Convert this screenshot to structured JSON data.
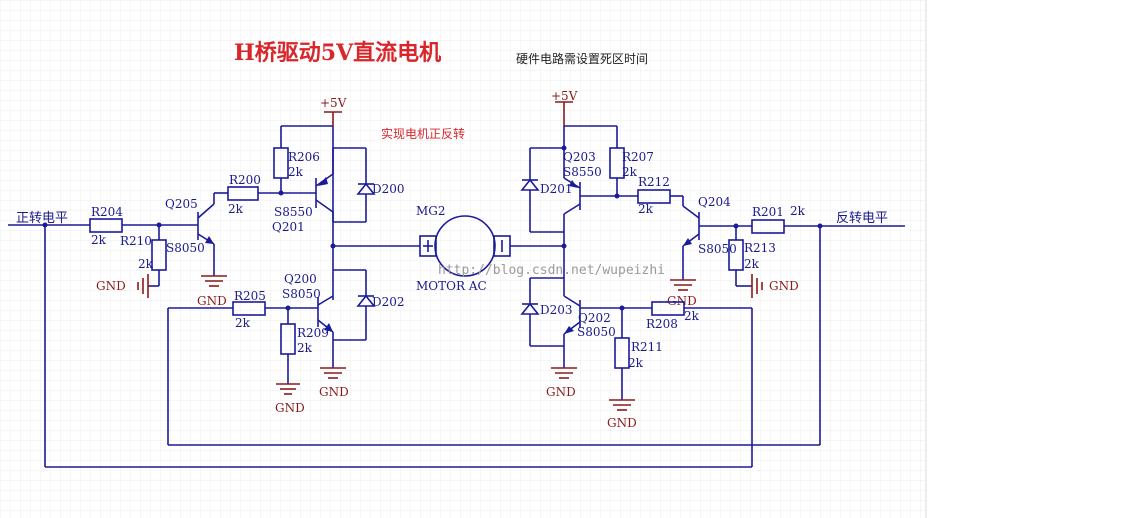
{
  "title": "H桥驱动5V直流电机",
  "note_deadtime": "硬件电路需设置死区时间",
  "note_direction": "实现电机正反转",
  "watermark": "http://blog.csdn.net/wupeizhi",
  "nets": {
    "forward": "正转电平",
    "reverse": "反转电平",
    "vcc": "+5V",
    "gnd": "GND"
  },
  "motor": {
    "ref": "MG2",
    "type": "MOTOR AC"
  },
  "transistors": {
    "Q200": {
      "ref": "Q200",
      "type": "S8050"
    },
    "Q201": {
      "ref": "Q201",
      "type": "S8550"
    },
    "Q202": {
      "ref": "Q202",
      "type": "S8050"
    },
    "Q203": {
      "ref": "Q203",
      "type": "S8550"
    },
    "Q204": {
      "ref": "Q204",
      "type": "S8050"
    },
    "Q205": {
      "ref": "Q205",
      "type": "S8050"
    }
  },
  "resistors": {
    "R200": {
      "ref": "R200",
      "value": "2k"
    },
    "R201": {
      "ref": "R201",
      "value": "2k"
    },
    "R204": {
      "ref": "R204",
      "value": "2k"
    },
    "R205": {
      "ref": "R205",
      "value": "2k"
    },
    "R206": {
      "ref": "R206",
      "value": "2k"
    },
    "R207": {
      "ref": "R207",
      "value": "2k"
    },
    "R208": {
      "ref": "R208",
      "value": "2k"
    },
    "R209": {
      "ref": "R209",
      "value": "2k"
    },
    "R210": {
      "ref": "R210",
      "value": "2k"
    },
    "R211": {
      "ref": "R211",
      "value": "2k"
    },
    "R212": {
      "ref": "R212",
      "value": "2k"
    },
    "R213": {
      "ref": "R213",
      "value": "2k"
    }
  },
  "diodes": {
    "D200": "D200",
    "D201": "D201",
    "D202": "D202",
    "D203": "D203"
  },
  "colors": {
    "wire": "#1a1a9c",
    "power": "#8b1a1a",
    "title": "#d9262b",
    "grid": "#ebebeb"
  }
}
